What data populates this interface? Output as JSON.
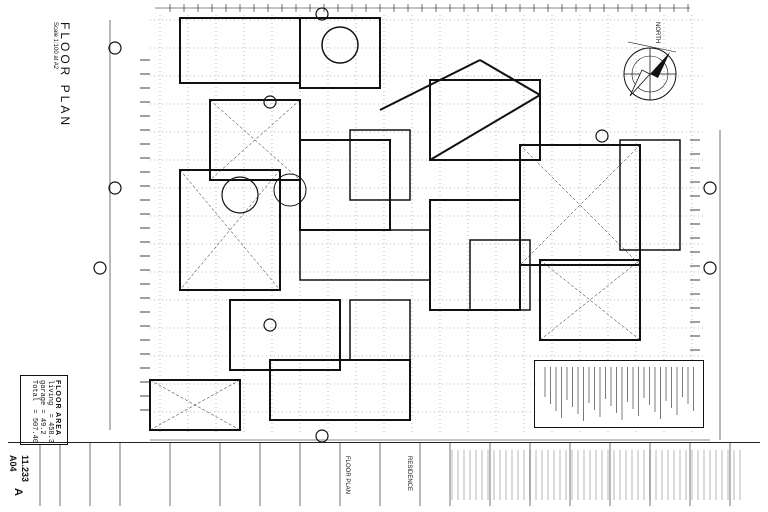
{
  "sheet_title": "FLOOR PLAN",
  "sheet_scale": "Scale 1:100 at A2",
  "floor_area": {
    "heading": "FLOOR AREA",
    "rows": [
      {
        "label": "living",
        "value": "458.3"
      },
      {
        "label": "garage",
        "value": "49.2"
      },
      {
        "label": "Total",
        "value": "507.40"
      }
    ]
  },
  "title_block": {
    "drawing_name": "FLOOR PLAN",
    "project": "RESIDENCE",
    "revision": "A",
    "sheet_number": "11.233",
    "paper_size": "A04"
  },
  "north_label": "NORTH",
  "colors": {
    "ink": "#111111",
    "paper": "#ffffff"
  }
}
